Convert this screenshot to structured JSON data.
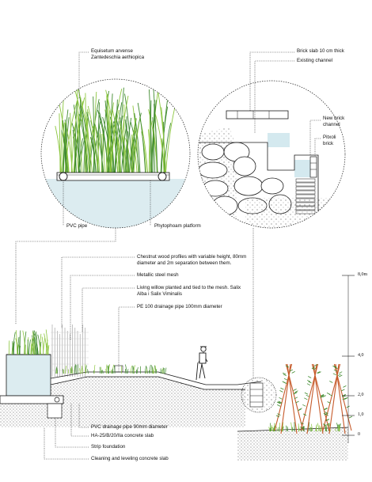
{
  "colors": {
    "ink": "#1a1a1a",
    "grass": "#3f8a2e",
    "grass_light": "#8cc63f",
    "water": "#cfe6ec",
    "willow": "#c65a2a",
    "gravel": "#777777"
  },
  "callouts": {
    "equisetum": "Equisetum arvense",
    "zantedeschia": "Zantedeschia aethiopica",
    "pvc_pipe": "PVC pipe",
    "phytophoam": "Phytophoam platform",
    "brick_slab": "Brick slab 10 cm thick",
    "existing_channel": "Existing channel",
    "new_brick_1": "New brick",
    "new_brick_2": "channel",
    "pitxoli_1": "Pitxoli",
    "pitxoli_2": "brick",
    "chestnut_1": "Chestnut wood profiles with variable height, 80mm",
    "chestnut_2": "diameter and 2m separation between them.",
    "metallic": "Metallic steel mesh",
    "willow_1": "Living willow planted and tied to the mesh. Salix",
    "willow_2": "Alba i Salix Viminalis",
    "pe_pipe": "PE 100 drainage pipe 100mm diameter",
    "pvc_drain": "PVC drainage pipe 90mm diameter",
    "ha_slab": "HA-25/B/20/IIa concrete slab",
    "strip": "Strip foundation",
    "cleaning": "Cleaning and leveling concrete slab"
  },
  "levels": {
    "l80": "8,0m",
    "l40": "4,0",
    "l20": "2,0",
    "l10": "1,0",
    "l0": "0"
  }
}
